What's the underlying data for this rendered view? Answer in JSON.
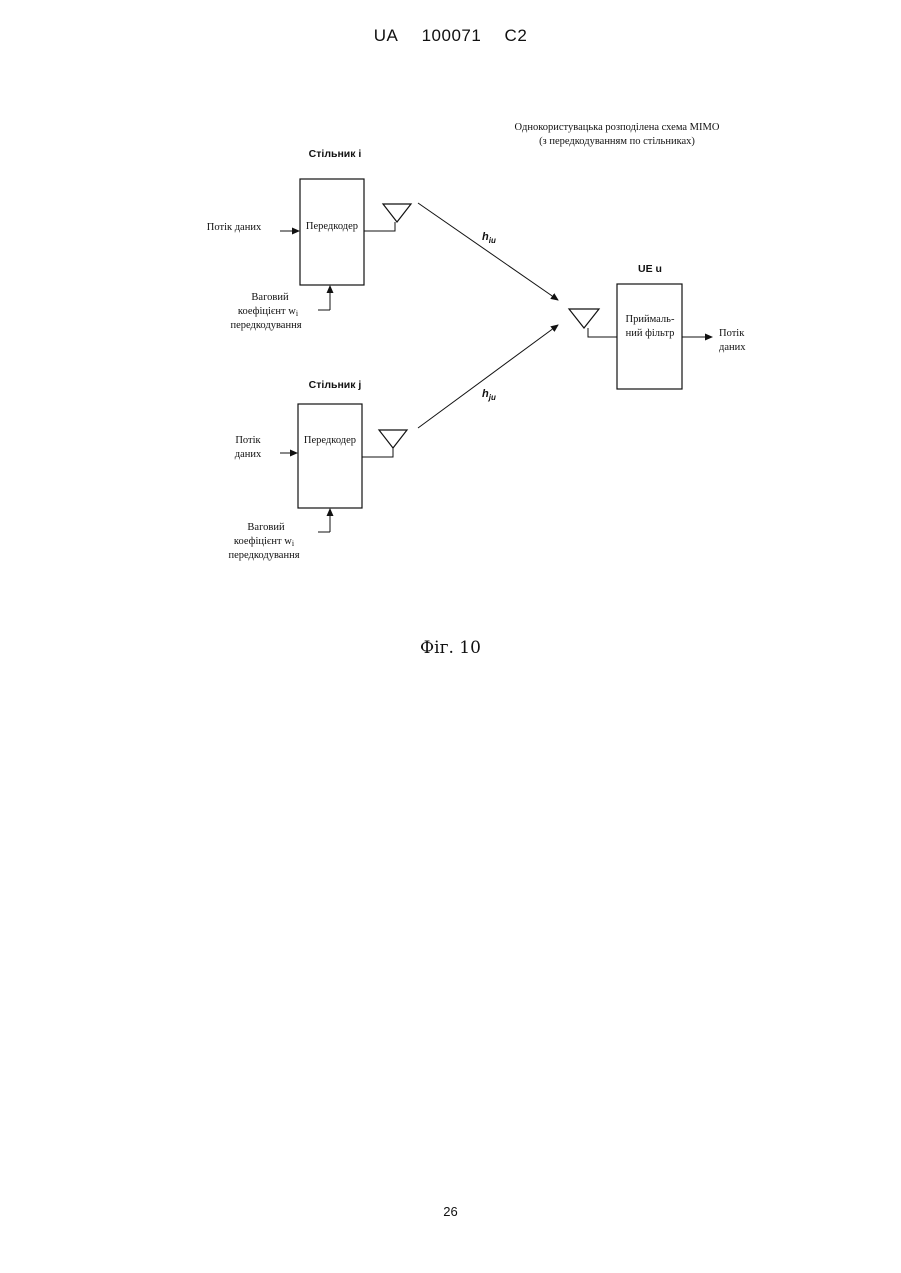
{
  "header": {
    "country": "UA",
    "number": "100071",
    "kind": "C2"
  },
  "diagram": {
    "title_line1": "Однокористувацька розподілена схема MIMO",
    "title_line2": "(з передкодуванням по стільниках)",
    "cell_i": {
      "label": "Стільник i",
      "block": "Передкодер",
      "input": "Потік даних",
      "weight_line1": "Ваговий",
      "weight_line2": "коефіцієнт w",
      "weight_sub": "i",
      "weight_line3": "передкодування"
    },
    "cell_j": {
      "label": "Стільник j",
      "block": "Передкодер",
      "input_line1": "Потік",
      "input_line2": "даних",
      "weight_line1": "Ваговий",
      "weight_line2": "коефіцієнт w",
      "weight_sub": "i",
      "weight_line3": "передкодування"
    },
    "channel_i": {
      "main": "h",
      "sub": "iu"
    },
    "channel_j": {
      "main": "h",
      "sub": "ju"
    },
    "ue": {
      "label": "UE u",
      "block_line1": "Приймаль-",
      "block_line2": "ний фільтр",
      "output_line1": "Потік",
      "output_line2": "даних"
    }
  },
  "caption": "Фіг. 10",
  "page_number": "26"
}
